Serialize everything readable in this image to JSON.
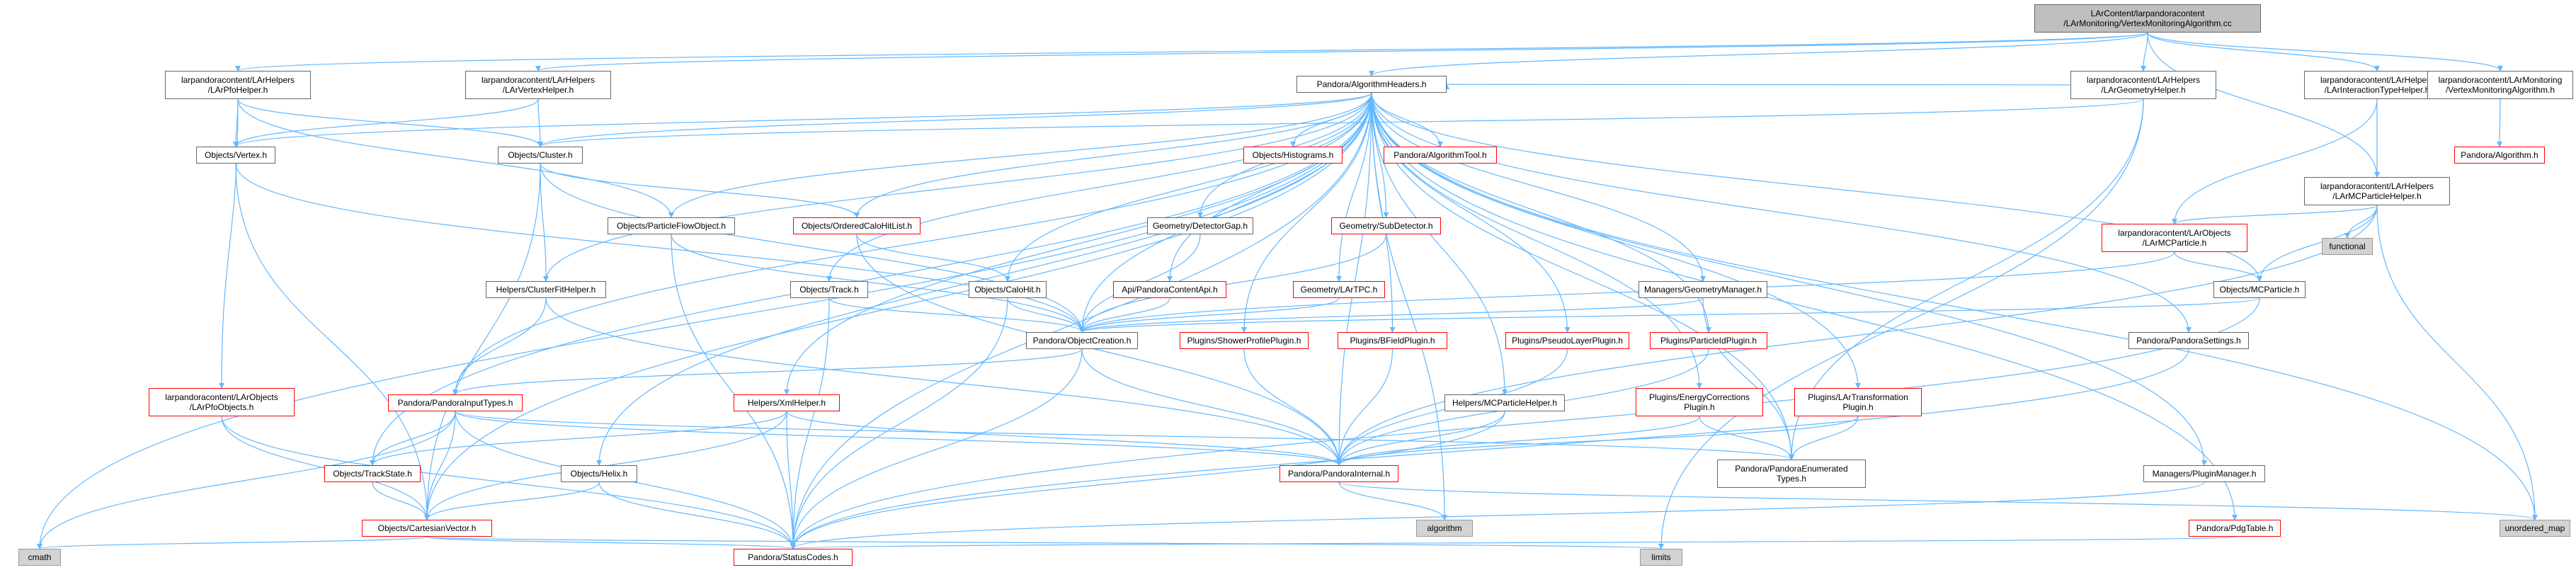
{
  "diagram": {
    "colors": {
      "edge": "#63b8ff",
      "node_border": "#666666",
      "red_border": "#ff0000",
      "gray_fill": "#d3d3d3",
      "root_fill": "#bfbfbf"
    },
    "nodes": [
      {
        "id": "root",
        "label": "LArContent/larpandoracontent\n/LArMonitoring/VertexMonitoringAlgorithm.cc",
        "style": "root"
      },
      {
        "id": "pfohelper",
        "label": "larpandoracontent/LArHelpers\n/LArPfoHelper.h",
        "style": "normal"
      },
      {
        "id": "vertexhelper",
        "label": "larpandoracontent/LArHelpers\n/LArVertexHelper.h",
        "style": "normal"
      },
      {
        "id": "algheaders",
        "label": "Pandora/AlgorithmHeaders.h",
        "style": "normal"
      },
      {
        "id": "geomhelper",
        "label": "larpandoracontent/LArHelpers\n/LArGeometryHelper.h",
        "style": "normal"
      },
      {
        "id": "interhelper",
        "label": "larpandoracontent/LArHelpers\n/LArInteractionTypeHelper.h",
        "style": "normal"
      },
      {
        "id": "vtxmonalg",
        "label": "larpandoracontent/LArMonitoring\n/VertexMonitoringAlgorithm.h",
        "style": "normal"
      },
      {
        "id": "pandoraalg",
        "label": "Pandora/Algorithm.h",
        "style": "red"
      },
      {
        "id": "mcparthelper",
        "label": "larpandoracontent/LArHelpers\n/LArMCParticleHelper.h",
        "style": "normal"
      },
      {
        "id": "functional",
        "label": "functional",
        "style": "gray"
      },
      {
        "id": "vertex",
        "label": "Objects/Vertex.h",
        "style": "normal"
      },
      {
        "id": "cluster",
        "label": "Objects/Cluster.h",
        "style": "normal"
      },
      {
        "id": "histograms",
        "label": "Objects/Histograms.h",
        "style": "red"
      },
      {
        "id": "algtool",
        "label": "Pandora/AlgorithmTool.h",
        "style": "red"
      },
      {
        "id": "larmcparticle",
        "label": "larpandoracontent/LArObjects\n/LArMCParticle.h",
        "style": "red"
      },
      {
        "id": "pfo",
        "label": "Objects/ParticleFlowObject.h",
        "style": "normal"
      },
      {
        "id": "ordcalohits",
        "label": "Objects/OrderedCaloHitList.h",
        "style": "red"
      },
      {
        "id": "detgap",
        "label": "Geometry/DetectorGap.h",
        "style": "normal"
      },
      {
        "id": "subdet",
        "label": "Geometry/SubDetector.h",
        "style": "red"
      },
      {
        "id": "mcparticle",
        "label": "Objects/MCParticle.h",
        "style": "normal"
      },
      {
        "id": "clusterfit",
        "label": "Helpers/ClusterFitHelper.h",
        "style": "normal"
      },
      {
        "id": "track",
        "label": "Objects/Track.h",
        "style": "normal"
      },
      {
        "id": "calohit",
        "label": "Objects/CaloHit.h",
        "style": "normal"
      },
      {
        "id": "contentapi",
        "label": "Api/PandoraContentApi.h",
        "style": "red"
      },
      {
        "id": "lartpc",
        "label": "Geometry/LArTPC.h",
        "style": "red"
      },
      {
        "id": "geommgr",
        "label": "Managers/GeometryManager.h",
        "style": "normal"
      },
      {
        "id": "objcreation",
        "label": "Pandora/ObjectCreation.h",
        "style": "normal"
      },
      {
        "id": "showerprofile",
        "label": "Plugins/ShowerProfilePlugin.h",
        "style": "red"
      },
      {
        "id": "bfield",
        "label": "Plugins/BFieldPlugin.h",
        "style": "red"
      },
      {
        "id": "pseudolayer",
        "label": "Plugins/PseudoLayerPlugin.h",
        "style": "red"
      },
      {
        "id": "particleid",
        "label": "Plugins/ParticleIdPlugin.h",
        "style": "red"
      },
      {
        "id": "settings",
        "label": "Pandora/PandoraSettings.h",
        "style": "normal"
      },
      {
        "id": "larpfoobjects",
        "label": "larpandoracontent/LArObjects\n/LArPfoObjects.h",
        "style": "red"
      },
      {
        "id": "inputtypes",
        "label": "Pandora/PandoraInputTypes.h",
        "style": "red"
      },
      {
        "id": "xmlhelper",
        "label": "Helpers/XmlHelper.h",
        "style": "red"
      },
      {
        "id": "mcphelper",
        "label": "Helpers/MCParticleHelper.h",
        "style": "normal"
      },
      {
        "id": "energycorr",
        "label": "Plugins/EnergyCorrections\nPlugin.h",
        "style": "red"
      },
      {
        "id": "lartransform",
        "label": "Plugins/LArTransformation\nPlugin.h",
        "style": "red"
      },
      {
        "id": "helix",
        "label": "Objects/Helix.h",
        "style": "normal"
      },
      {
        "id": "trackstate",
        "label": "Objects/TrackState.h",
        "style": "red"
      },
      {
        "id": "internal",
        "label": "Pandora/PandoraInternal.h",
        "style": "red"
      },
      {
        "id": "enumtypes",
        "label": "Pandora/PandoraEnumerated\nTypes.h",
        "style": "normal"
      },
      {
        "id": "pluginmgr",
        "label": "Managers/PluginManager.h",
        "style": "normal"
      },
      {
        "id": "algorithm",
        "label": "algorithm",
        "style": "gray"
      },
      {
        "id": "unordered_map",
        "label": "unordered_map",
        "style": "gray"
      },
      {
        "id": "cartvector",
        "label": "Objects/CartesianVector.h",
        "style": "red"
      },
      {
        "id": "pdgtable",
        "label": "Pandora/PdgTable.h",
        "style": "red"
      },
      {
        "id": "cmath",
        "label": "cmath",
        "style": "gray"
      },
      {
        "id": "statuscodes",
        "label": "Pandora/StatusCodes.h",
        "style": "red"
      },
      {
        "id": "limits",
        "label": "limits",
        "style": "gray"
      }
    ],
    "edges": [
      [
        "root",
        "pfohelper"
      ],
      [
        "root",
        "vertexhelper"
      ],
      [
        "root",
        "algheaders"
      ],
      [
        "root",
        "geomhelper"
      ],
      [
        "root",
        "interhelper"
      ],
      [
        "root",
        "vtxmonalg"
      ],
      [
        "root",
        "mcparthelper"
      ],
      [
        "vtxmonalg",
        "pandoraalg"
      ],
      [
        "pfohelper",
        "vertex"
      ],
      [
        "pfohelper",
        "cluster"
      ],
      [
        "pfohelper",
        "pfo"
      ],
      [
        "pfohelper",
        "larpfoobjects"
      ],
      [
        "vertexhelper",
        "vertex"
      ],
      [
        "vertexhelper",
        "cluster"
      ],
      [
        "geomhelper",
        "algheaders"
      ],
      [
        "geomhelper",
        "enumtypes"
      ],
      [
        "geomhelper",
        "limits"
      ],
      [
        "geomhelper",
        "cluster"
      ],
      [
        "interhelper",
        "larmcparticle"
      ],
      [
        "interhelper",
        "mcparthelper"
      ],
      [
        "mcparthelper",
        "functional"
      ],
      [
        "mcparthelper",
        "unordered_map"
      ],
      [
        "mcparthelper",
        "larmcparticle"
      ],
      [
        "mcparthelper",
        "mcparticle"
      ],
      [
        "mcparthelper",
        "internal"
      ],
      [
        "algheaders",
        "vertex"
      ],
      [
        "algheaders",
        "cluster"
      ],
      [
        "algheaders",
        "histograms"
      ],
      [
        "algheaders",
        "algtool"
      ],
      [
        "algheaders",
        "pfo"
      ],
      [
        "algheaders",
        "ordcalohits"
      ],
      [
        "algheaders",
        "detgap"
      ],
      [
        "algheaders",
        "subdet"
      ],
      [
        "algheaders",
        "mcparticle"
      ],
      [
        "algheaders",
        "clusterfit"
      ],
      [
        "algheaders",
        "track"
      ],
      [
        "algheaders",
        "calohit"
      ],
      [
        "algheaders",
        "contentapi"
      ],
      [
        "algheaders",
        "lartpc"
      ],
      [
        "algheaders",
        "geommgr"
      ],
      [
        "algheaders",
        "objcreation"
      ],
      [
        "algheaders",
        "showerprofile"
      ],
      [
        "algheaders",
        "bfield"
      ],
      [
        "algheaders",
        "pseudolayer"
      ],
      [
        "algheaders",
        "particleid"
      ],
      [
        "algheaders",
        "settings"
      ],
      [
        "algheaders",
        "inputtypes"
      ],
      [
        "algheaders",
        "xmlhelper"
      ],
      [
        "algheaders",
        "mcphelper"
      ],
      [
        "algheaders",
        "energycorr"
      ],
      [
        "algheaders",
        "lartransform"
      ],
      [
        "algheaders",
        "helix"
      ],
      [
        "algheaders",
        "trackstate"
      ],
      [
        "algheaders",
        "internal"
      ],
      [
        "algheaders",
        "enumtypes"
      ],
      [
        "algheaders",
        "pluginmgr"
      ],
      [
        "algheaders",
        "algorithm"
      ],
      [
        "algheaders",
        "unordered_map"
      ],
      [
        "algheaders",
        "cartvector"
      ],
      [
        "algheaders",
        "pdgtable"
      ],
      [
        "algheaders",
        "cmath"
      ],
      [
        "algheaders",
        "statuscodes"
      ],
      [
        "vertex",
        "objcreation"
      ],
      [
        "vertex",
        "cartvector"
      ],
      [
        "cluster",
        "clusterfit"
      ],
      [
        "cluster",
        "ordcalohits"
      ],
      [
        "cluster",
        "objcreation"
      ],
      [
        "cluster",
        "cartvector"
      ],
      [
        "larmcparticle",
        "mcparticle"
      ],
      [
        "larmcparticle",
        "objcreation"
      ],
      [
        "pfo",
        "objcreation"
      ],
      [
        "pfo",
        "statuscodes"
      ],
      [
        "ordcalohits",
        "calohit"
      ],
      [
        "ordcalohits",
        "internal"
      ],
      [
        "detgap",
        "objcreation"
      ],
      [
        "subdet",
        "objcreation"
      ],
      [
        "lartpc",
        "objcreation"
      ],
      [
        "contentapi",
        "objcreation"
      ],
      [
        "mcparticle",
        "objcreation"
      ],
      [
        "mcparticle",
        "statuscodes"
      ],
      [
        "clusterfit",
        "inputtypes"
      ],
      [
        "clusterfit",
        "internal"
      ],
      [
        "track",
        "objcreation"
      ],
      [
        "track",
        "statuscodes"
      ],
      [
        "calohit",
        "objcreation"
      ],
      [
        "calohit",
        "statuscodes"
      ],
      [
        "geommgr",
        "objcreation"
      ],
      [
        "geommgr",
        "enumtypes"
      ],
      [
        "objcreation",
        "inputtypes"
      ],
      [
        "objcreation",
        "internal"
      ],
      [
        "objcreation",
        "statuscodes"
      ],
      [
        "showerprofile",
        "internal"
      ],
      [
        "bfield",
        "internal"
      ],
      [
        "pseudolayer",
        "internal"
      ],
      [
        "particleid",
        "internal"
      ],
      [
        "energycorr",
        "internal"
      ],
      [
        "energycorr",
        "enumtypes"
      ],
      [
        "lartransform",
        "internal"
      ],
      [
        "lartransform",
        "enumtypes"
      ],
      [
        "settings",
        "statuscodes"
      ],
      [
        "larpfoobjects",
        "cartvector"
      ],
      [
        "larpfoobjects",
        "statuscodes"
      ],
      [
        "inputtypes",
        "trackstate"
      ],
      [
        "inputtypes",
        "cartvector"
      ],
      [
        "inputtypes",
        "cmath"
      ],
      [
        "inputtypes",
        "internal"
      ],
      [
        "inputtypes",
        "enumtypes"
      ],
      [
        "inputtypes",
        "statuscodes"
      ],
      [
        "xmlhelper",
        "trackstate"
      ],
      [
        "xmlhelper",
        "cartvector"
      ],
      [
        "xmlhelper",
        "internal"
      ],
      [
        "xmlhelper",
        "statuscodes"
      ],
      [
        "mcphelper",
        "internal"
      ],
      [
        "mcphelper",
        "statuscodes"
      ],
      [
        "helix",
        "cartvector"
      ],
      [
        "helix",
        "statuscodes"
      ],
      [
        "trackstate",
        "cartvector"
      ],
      [
        "internal",
        "algorithm"
      ],
      [
        "internal",
        "unordered_map"
      ],
      [
        "pluginmgr",
        "statuscodes"
      ],
      [
        "cartvector",
        "cmath"
      ],
      [
        "cartvector",
        "limits"
      ],
      [
        "cartvector",
        "statuscodes"
      ],
      [
        "pdgtable",
        "statuscodes"
      ]
    ]
  }
}
